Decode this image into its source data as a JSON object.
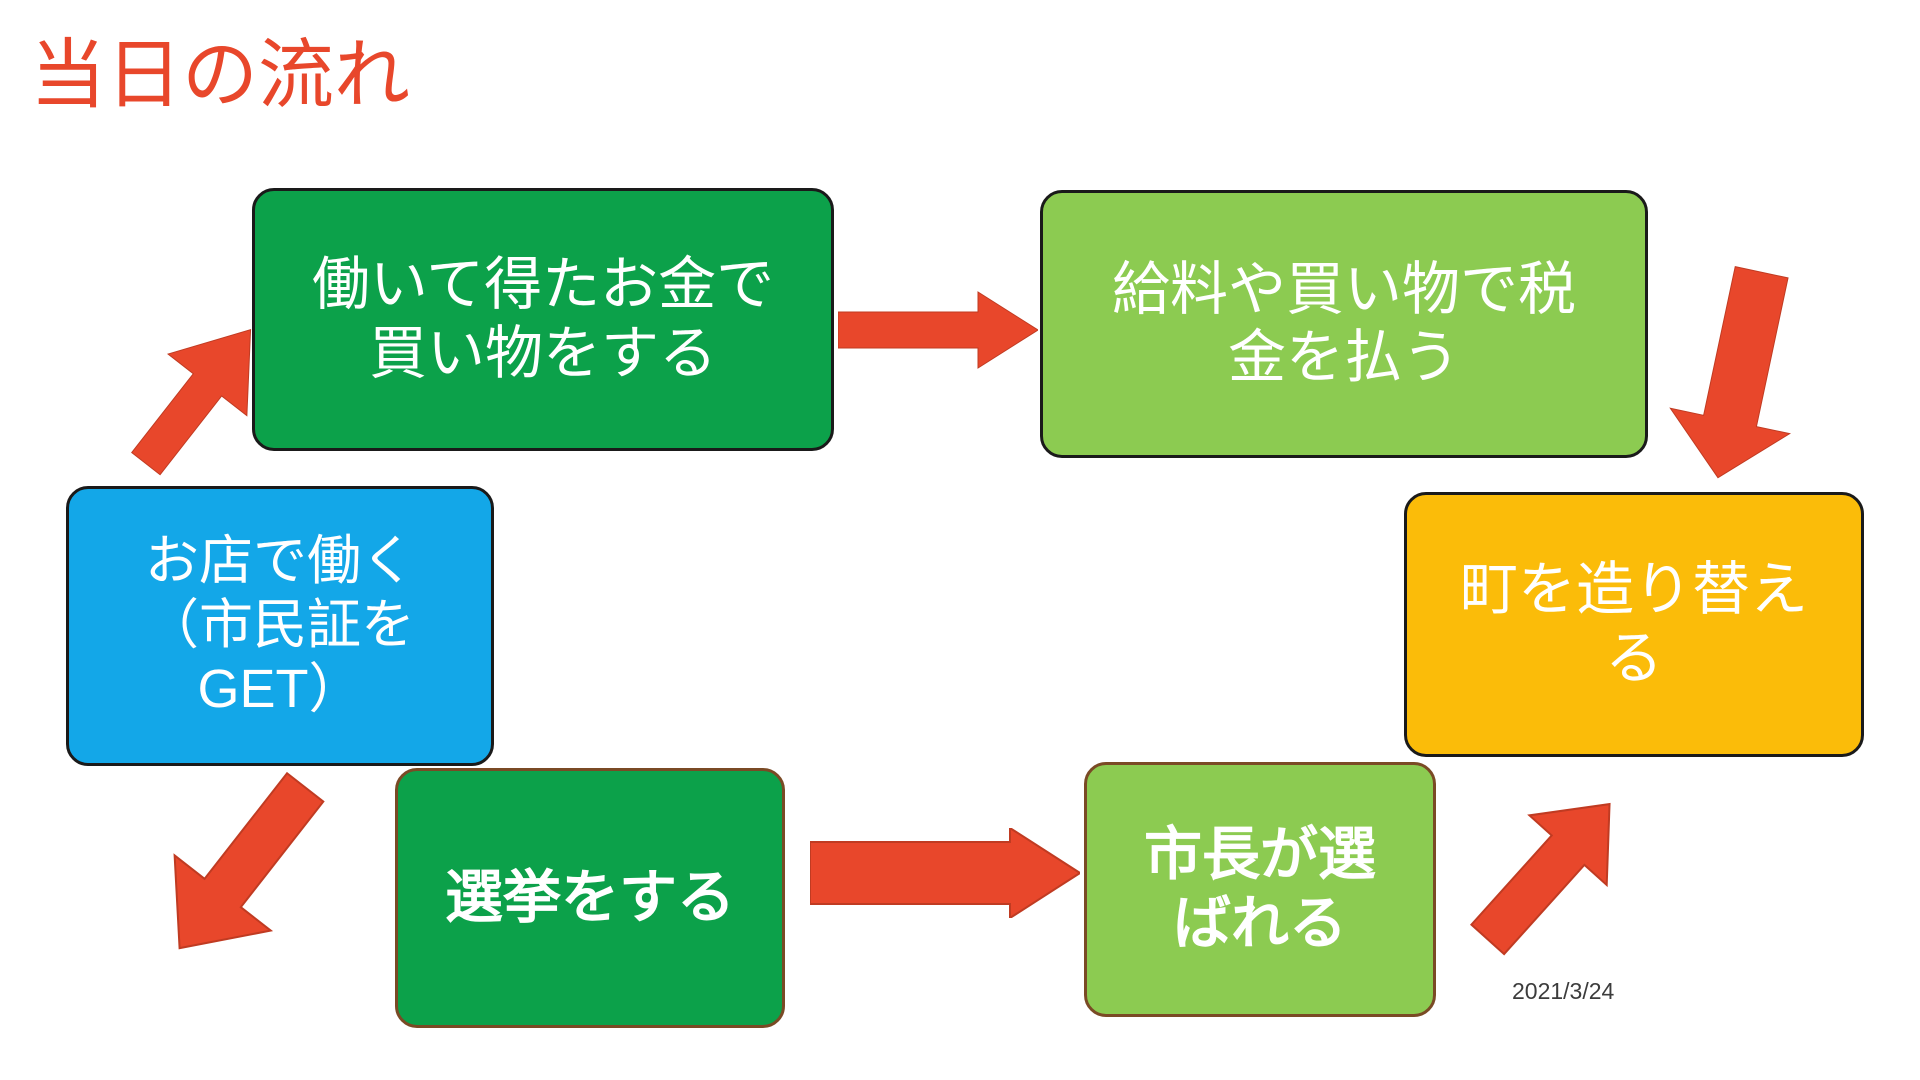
{
  "slide": {
    "title": "当日の流れ",
    "title_color": "#E8472B",
    "background": "#FFFFFF",
    "date_stamp": "2021/3/24"
  },
  "palette": {
    "arrow_red": "#E8472B",
    "dark_green": "#0CA14A",
    "light_green": "#8CCB51",
    "blue": "#13A7E8",
    "amber": "#FBBC09",
    "black_border": "#1A1A1A",
    "brown_border": "#7A4A25",
    "text_white": "#FFFFFF"
  },
  "boxes": [
    {
      "id": "work-shop",
      "label": "お店で働く\n（市民証を\nGET）",
      "fill": "#13A7E8",
      "border": "#1A1A1A",
      "text_color": "#FFFFFF"
    },
    {
      "id": "buy-things",
      "label": "働いて得たお金で\n買い物をする",
      "fill": "#0CA14A",
      "border": "#1A1A1A",
      "text_color": "#FFFFFF"
    },
    {
      "id": "pay-tax",
      "label": "給料や買い物で税\n金を払う",
      "fill": "#8CCB51",
      "border": "#1A1A1A",
      "text_color": "#FFFFFF"
    },
    {
      "id": "rebuild-town",
      "label": "町を造り替え\nる",
      "fill": "#FBBC09",
      "border": "#1A1A1A",
      "text_color": "#FFFFFF"
    },
    {
      "id": "election",
      "label": "選挙をする",
      "fill": "#0CA14A",
      "border": "#7A4A25",
      "text_color": "#FFFFFF"
    },
    {
      "id": "mayor-chosen",
      "label": "市長が選\nばれる",
      "fill": "#8CCB51",
      "border": "#7A4A25",
      "text_color": "#FFFFFF"
    }
  ],
  "arrows": [
    {
      "id": "up-right-to-buy",
      "direction": "up-right",
      "color": "#E8472B"
    },
    {
      "id": "buy-to-tax",
      "direction": "right",
      "color": "#E8472B"
    },
    {
      "id": "tax-to-rebuild",
      "direction": "down",
      "color": "#E8472B"
    },
    {
      "id": "shop-to-election",
      "direction": "down-right",
      "color": "#E8472B"
    },
    {
      "id": "election-to-mayor",
      "direction": "right",
      "color": "#E8472B"
    },
    {
      "id": "mayor-to-rebuild",
      "direction": "up-right",
      "color": "#E8472B"
    }
  ]
}
